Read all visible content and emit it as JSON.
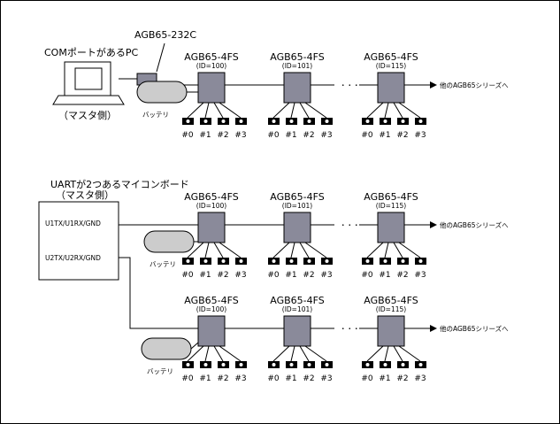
{
  "pc": {
    "label": "COMポートがあるPC",
    "caption": "（マスタ側）",
    "adapter_label": "AGB65-232C"
  },
  "mcu": {
    "title": "UARTが2つあるマイコンボード",
    "caption": "（マスタ側）",
    "ports": [
      "U1TX/U1RX/GND",
      "U2TX/U2RX/GND"
    ]
  },
  "module_name": "AGB65-4FS",
  "module_ids": [
    "(ID=100)",
    "(ID=101)",
    "(ID=115)"
  ],
  "channels": [
    "#0",
    "#1",
    "#2",
    "#3"
  ],
  "battery_label": "バッテリ",
  "continuation_label": "他のAGB65シリーズへ",
  "ellipsis": "・・・",
  "colors": {
    "module_fill": "#8a8a9a",
    "battery_fill": "#cccccc",
    "adapter_fill": "#8a8a9a",
    "border": "#000000"
  }
}
